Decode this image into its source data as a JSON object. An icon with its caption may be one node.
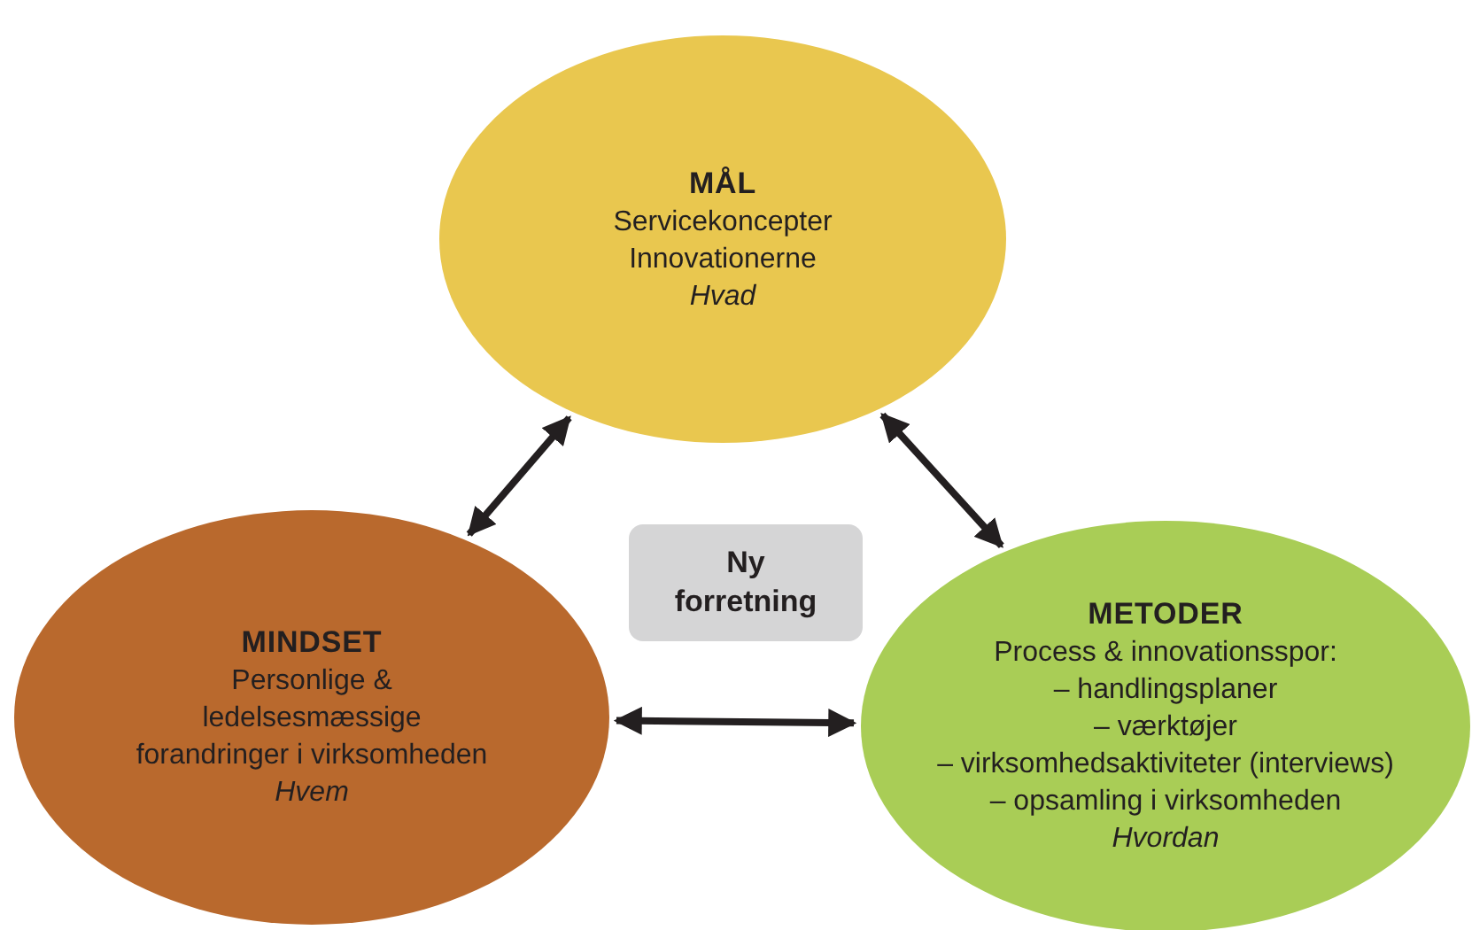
{
  "diagram": {
    "nodes": [
      {
        "text": [
          "MÅL",
          "Servicekoncepter",
          "Innovationerne",
          "Hvad"
        ]
      },
      {
        "text": [
          "Ny forretning"
        ]
      },
      {
        "text": [
          "MINDSET",
          "Personlige & ledelsesmæssige forandringer i virksomheden",
          "Hvem"
        ]
      },
      {
        "text": [
          "METODER",
          "Process & innovationsspor:",
          "– handlingsplaner",
          "– værktøjer",
          "– virksomhedsaktiviteter (interviews)",
          "– opsamling i virksomheden",
          "Hvordan"
        ]
      }
    ],
    "edges": [
      {
        "from": 0,
        "to": 2,
        "arrow": "both"
      },
      {
        "from": 0,
        "to": 3,
        "arrow": "both"
      },
      {
        "from": 2,
        "to": 3,
        "arrow": "both"
      }
    ]
  }
}
